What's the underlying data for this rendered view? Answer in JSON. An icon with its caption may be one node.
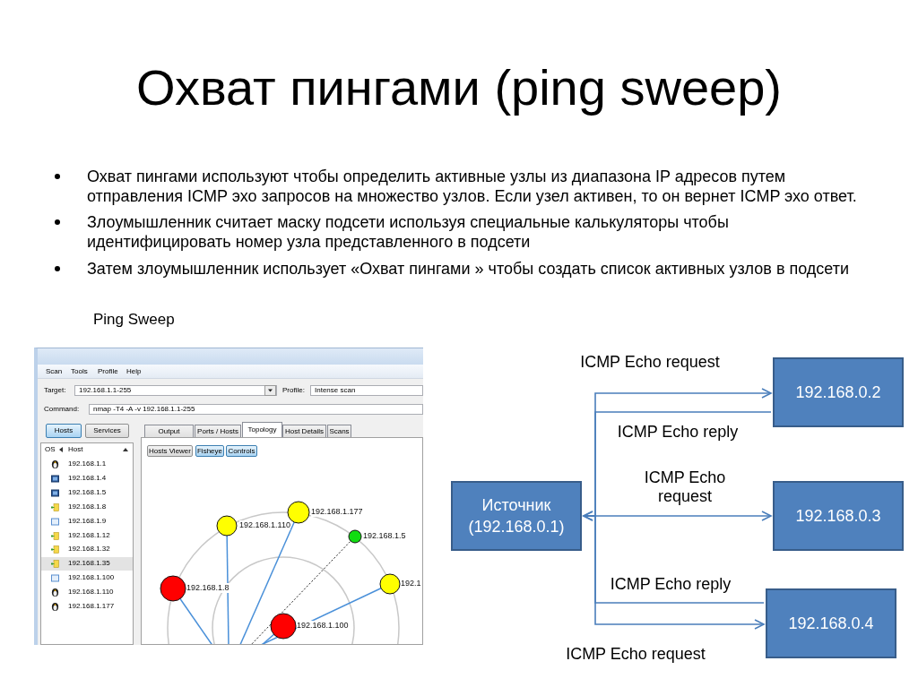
{
  "diagram": {
    "title": "Охват пингами (ping sweep)",
    "nodes": [
      {
        "text": [
          "Источник (192.168.0.1)"
        ]
      },
      {
        "text": [
          "192.168.0.2"
        ]
      },
      {
        "text": [
          "192.168.0.3"
        ]
      },
      {
        "text": [
          "192.168.0.4"
        ]
      }
    ],
    "edges": [
      {
        "from": 0,
        "to": 1,
        "arrow": "to",
        "label": "ICMP Echo request"
      },
      {
        "from": 1,
        "to": 0,
        "arrow": "to",
        "label": "ICMP Echo reply"
      },
      {
        "from": 0,
        "to": 2,
        "arrow": "to",
        "label": "ICMP Echo request"
      },
      {
        "from": 3,
        "to": 0,
        "arrow": "to",
        "label": "ICMP Echo reply"
      },
      {
        "from": 0,
        "to": 3,
        "arrow": "to",
        "label": "ICMP Echo request"
      }
    ],
    "labels": [
      "Охват пингами используют чтобы определить активные узлы из диапазона IP адресов путем отправления ICMP эхо запросов на множество узлов. Если узел активен, то он вернет ICMP эхо ответ.",
      "Злоумышленник считает маску подсети используя специальные калькуляторы чтобы идентифицировать номер узла представленного в подсети",
      "Затем злоумышленник использует «Охват пингами » чтобы создать список активных узлов в подсети",
      "Ping Sweep",
      "Scan",
      "Tools",
      "Profile",
      "Help",
      "Target:",
      "192.168.1.1-255",
      "Profile:",
      "Intense scan",
      "Command:",
      "nmap -T4 -A -v 192.168.1.1-255",
      "Hosts",
      "Services",
      "Output",
      "Ports / Hosts",
      "Topology",
      "Host Details",
      "Scans",
      "OS",
      "Host",
      "192.168.1.1",
      "192.168.1.4",
      "192.168.1.5",
      "192.168.1.8",
      "192.168.1.9",
      "192.168.1.12",
      "192.168.1.32",
      "192.168.1.35",
      "192.168.1.100",
      "192.168.1.110",
      "192.168.1.177",
      "Hosts Viewer",
      "Fisheye",
      "Controls",
      "192.168.1.177",
      "192.168.1.110",
      "192.168.1.5",
      "192.168.1.8",
      "192.1",
      "192.168.1.100"
    ]
  }
}
